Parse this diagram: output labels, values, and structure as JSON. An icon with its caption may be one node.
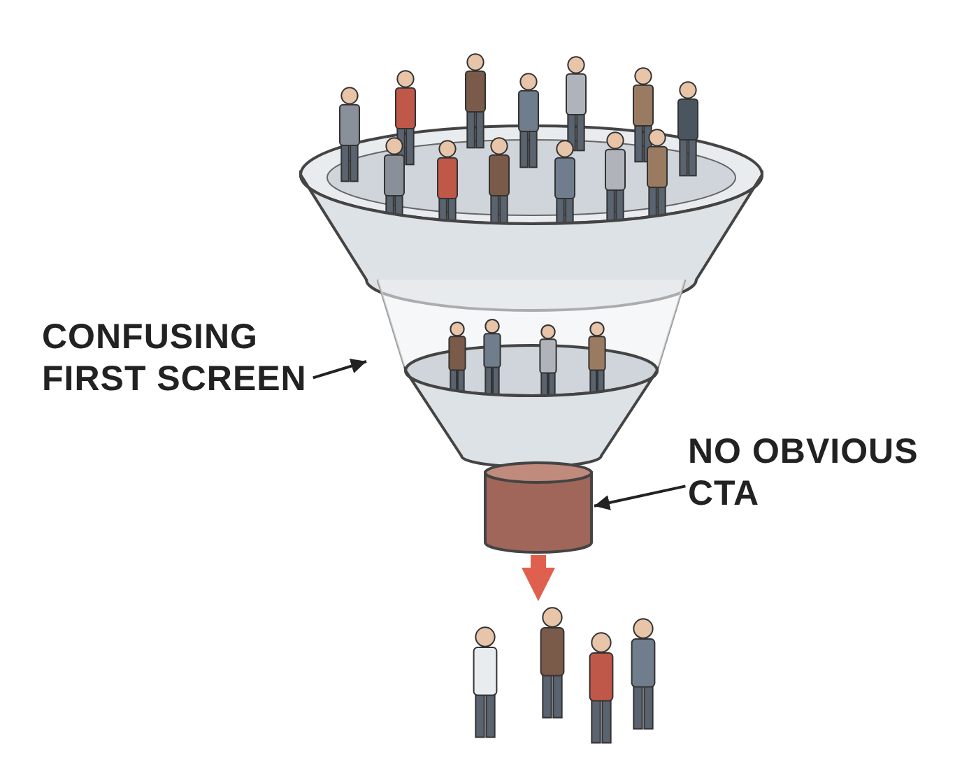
{
  "diagram": {
    "nodes": [
      {
        "text": [
          "CONFUSING FIRST SCREEN"
        ]
      },
      {
        "text": [],
        "shape": "picture"
      },
      {
        "text": [
          "NO OBVIOUS CTA"
        ]
      },
      {
        "text": [],
        "shape": "cylinder"
      },
      {
        "text": [],
        "shape": "picture"
      }
    ],
    "edges": [
      {
        "from": 0,
        "to": 1,
        "arrow": "to"
      },
      {
        "from": 2,
        "to": 3,
        "arrow": "to"
      },
      {
        "from": 3,
        "to": 4,
        "arrow": "to",
        "style": "thick",
        "color": "#e0604f"
      }
    ]
  }
}
